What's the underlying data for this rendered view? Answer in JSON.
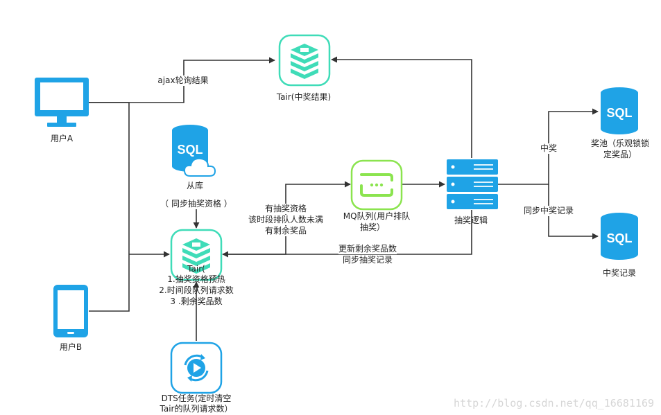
{
  "nodes": {
    "user_a": "用户A",
    "user_b": "用户B",
    "tair_result": "Tair(中奖结果)",
    "slave_db": "从库",
    "slave_db_sub": "（ 同步抽奖资格 ）",
    "tair_main_lines": [
      "Tair(",
      "1.抽奖资格预热",
      "2.时间段队列请求数",
      "3 .剩余奖品数"
    ],
    "mq_lines": [
      "MQ队列(用户排队",
      "抽奖）"
    ],
    "lottery_logic": "抽奖逻辑",
    "prize_pool_lines": [
      "奖池（乐观锁锁",
      "定奖品）"
    ],
    "win_record": "中奖记录",
    "dts_lines": [
      "DTS任务(定时清空",
      "Tair的队列请求数）"
    ],
    "sql_text": "SQL"
  },
  "edges": {
    "ajax_poll": "ajax轮询结果",
    "eligibility_lines": [
      "有抽奖资格",
      "该时段排队人数未满",
      "有剩余奖品"
    ],
    "update_lines": [
      "更新剩余奖品数",
      "同步抽奖记录"
    ],
    "win": "中奖",
    "sync_record": "同步中奖记录"
  },
  "watermark": "http://blog.csdn.net/qq_16681169",
  "colors": {
    "blue": "#1fa3e6",
    "teal": "#3fdcb8",
    "green": "#8be44f",
    "line": "#333333",
    "watermark": "#d6d6d6"
  },
  "icons": {
    "user_a": "monitor-icon",
    "user_b": "phone-icon",
    "tair": "redis-stack-icon",
    "db": "sql-database-icon",
    "mq": "message-queue-icon",
    "server": "server-rack-icon",
    "dts": "sync-play-icon"
  }
}
